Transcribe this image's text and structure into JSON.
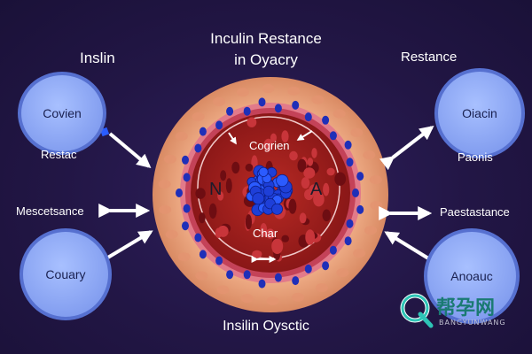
{
  "title_line1": "Inculin Restance",
  "title_line2": "in Oyacry",
  "bottom_caption": "Insilin Oysctic",
  "top_left_heading": "Inslin",
  "top_right_heading": "Restance",
  "left_label_upper": "Restac",
  "left_label_middle": "Mescetsance",
  "right_label_upper": "Paonis",
  "right_label_middle": "Paestastance",
  "circle_top_left": "Covien",
  "circle_bottom_left": "Couary",
  "circle_top_right": "Oiacin",
  "circle_bottom_right": "Anoauc",
  "center_top": "Cogrien",
  "center_bottom": "Char",
  "center_left_letter": "N",
  "center_right_letter": "A",
  "watermark_main": "帮孕网",
  "watermark_sub": "BANGYUNWANG",
  "colors": {
    "background": "#221645",
    "outer_ring": "#e8a07a",
    "inner_red": "#9e1f1f",
    "nucleus": "#1e3fd8",
    "circle_fill": "#7e9ef0",
    "arrow": "#ffffff"
  }
}
